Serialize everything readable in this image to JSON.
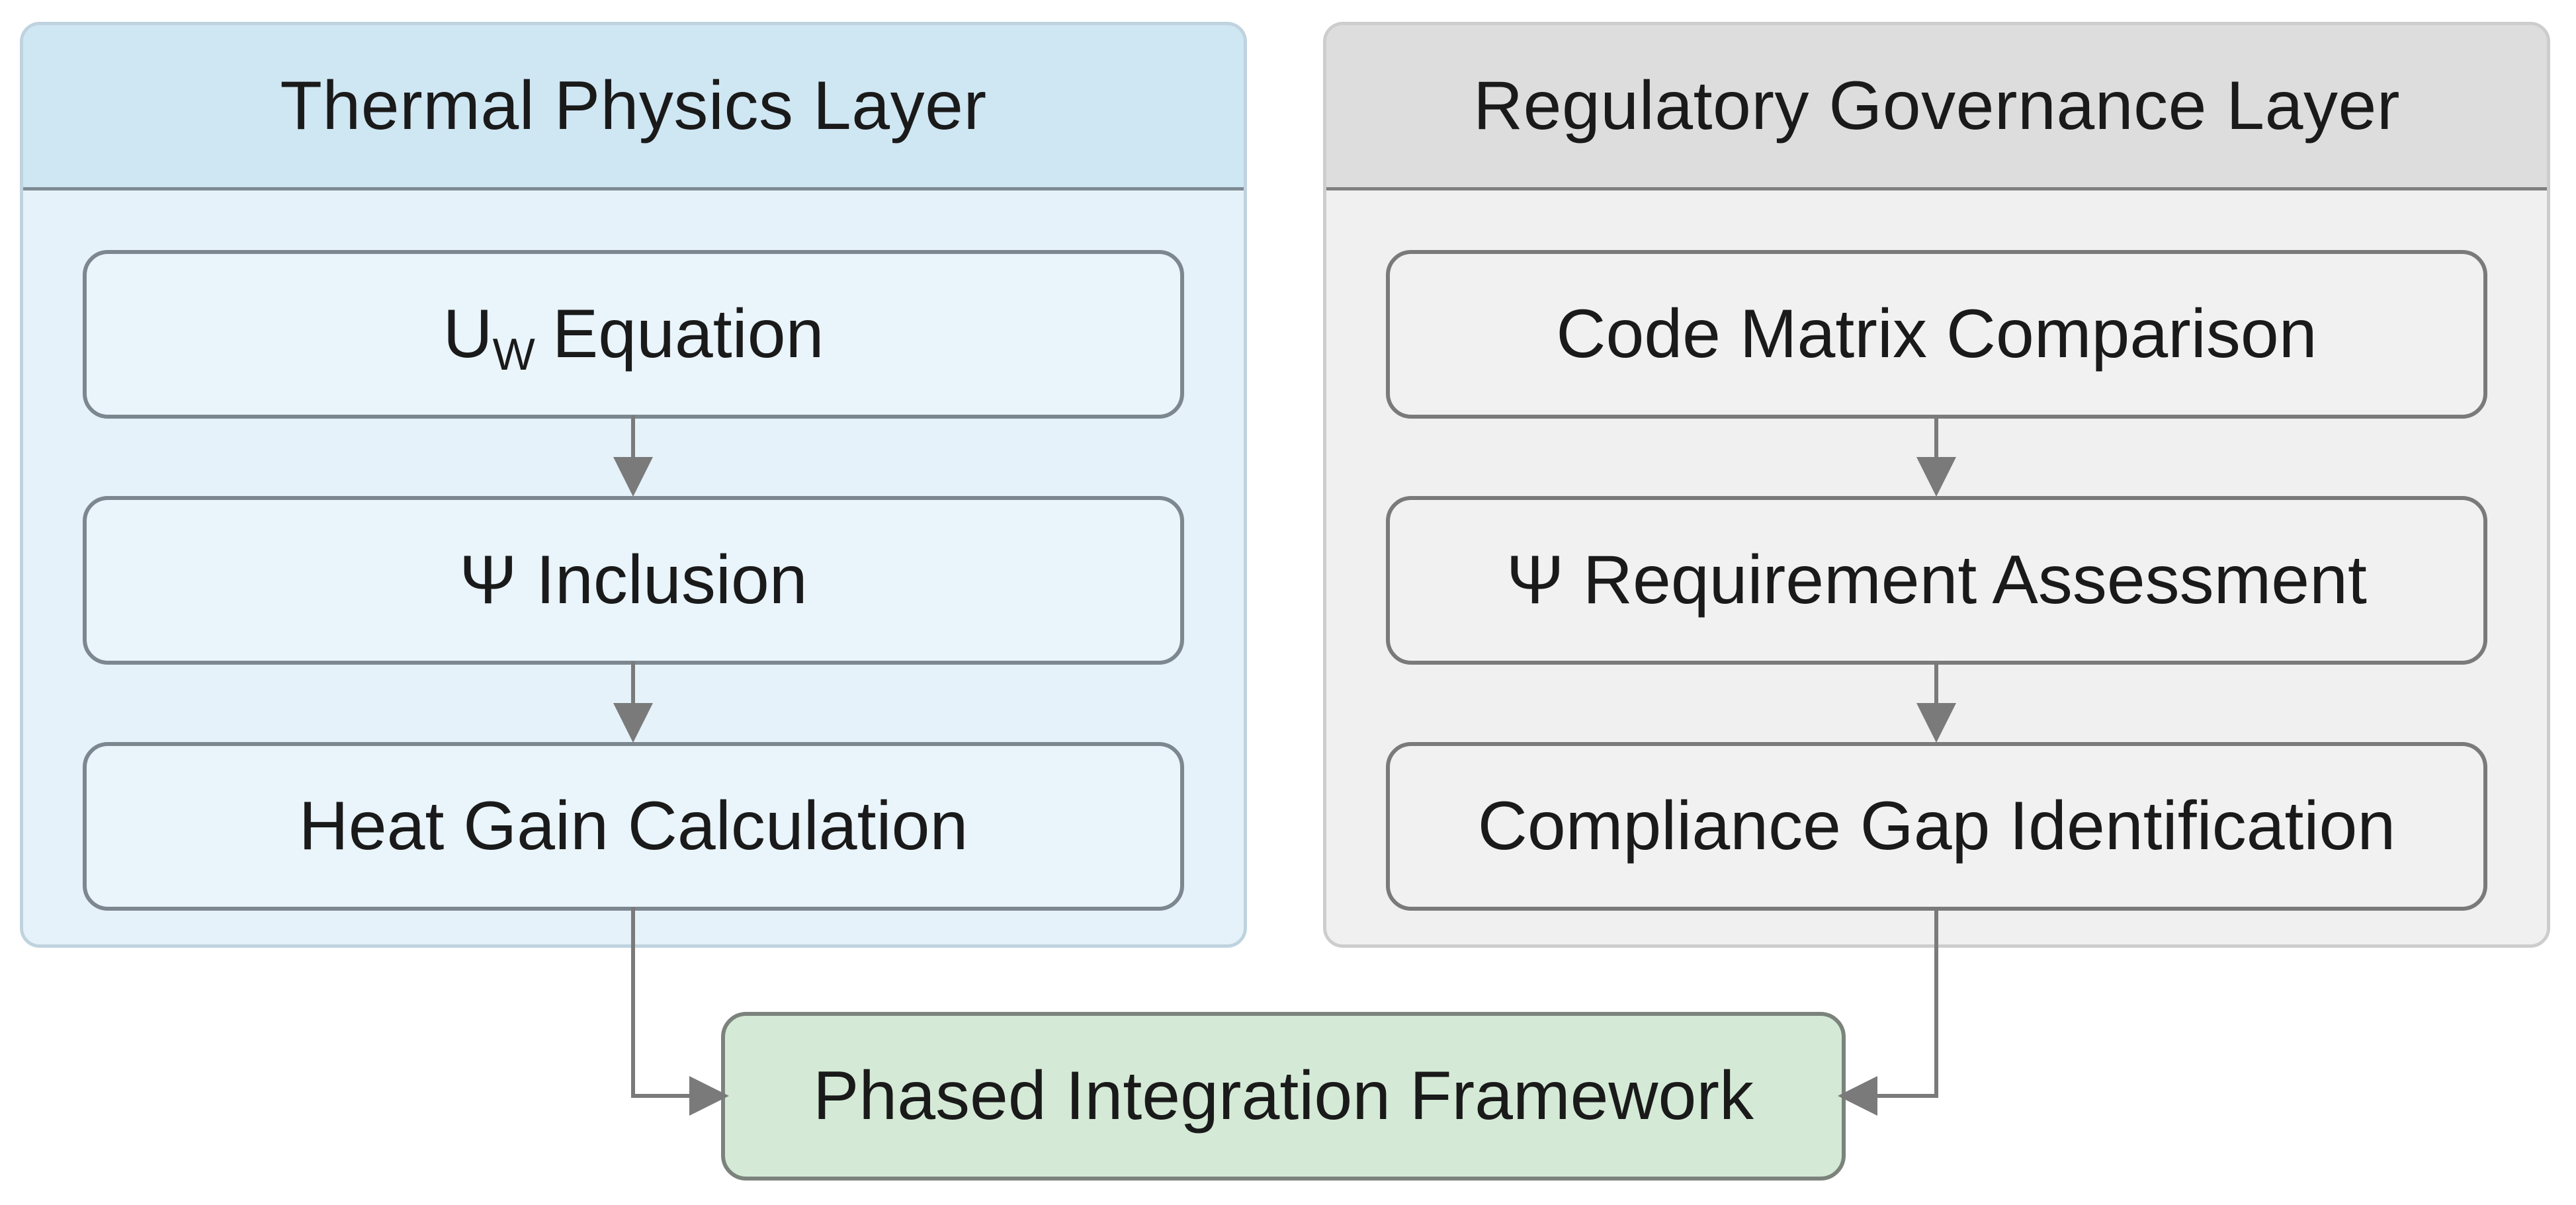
{
  "thermal_layer": {
    "title": "Thermal Physics Layer",
    "steps": [
      {
        "symbol": "U",
        "subscript": "W",
        "label": "Equation"
      },
      {
        "label": "Ψ Inclusion"
      },
      {
        "label": "Heat Gain Calculation"
      }
    ]
  },
  "regulatory_layer": {
    "title": "Regulatory Governance Layer",
    "steps": [
      {
        "label": "Code Matrix Comparison"
      },
      {
        "label": "Ψ Requirement Assessment"
      },
      {
        "label": "Compliance Gap Identification"
      }
    ]
  },
  "integration": {
    "label": "Phased Integration Framework"
  },
  "colors": {
    "thermal_panel": "#e5f2fa",
    "thermal_header": "#cfe6f3",
    "regulatory_panel": "#f0f0f0",
    "regulatory_header": "#dddddd",
    "integration_box": "#d4ead6",
    "arrow": "#7a7a7a"
  }
}
